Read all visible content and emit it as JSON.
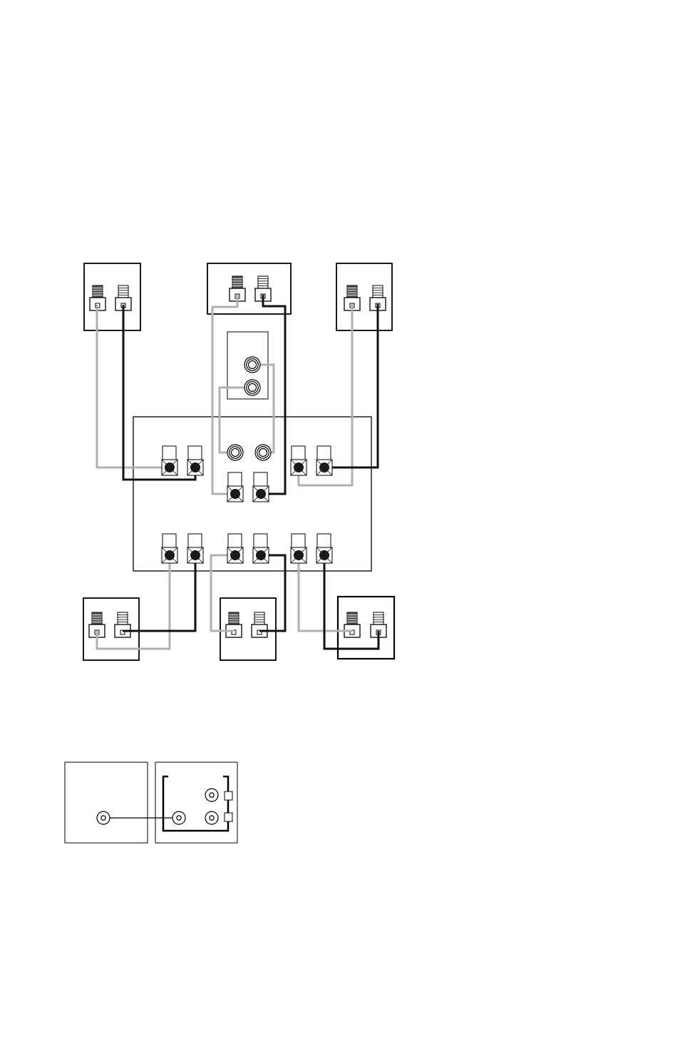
{
  "colors": {
    "background": "#ffffff",
    "line": "#000000",
    "wire_positive": "#111111",
    "wire_negative": "#b0b0b0",
    "terminal_fill": "#1a1a1a",
    "terminal_red_fill": "#555555"
  },
  "speakers": [
    {
      "name": "front-left-speaker",
      "terminals": [
        "negative",
        "positive"
      ]
    },
    {
      "name": "center-speaker",
      "terminals": [
        "negative",
        "positive"
      ]
    },
    {
      "name": "front-right-speaker",
      "terminals": [
        "negative",
        "positive"
      ]
    },
    {
      "name": "surround-left-speaker",
      "terminals": [
        "negative",
        "positive"
      ]
    },
    {
      "name": "surround-back-speaker",
      "terminals": [
        "negative",
        "positive"
      ]
    },
    {
      "name": "surround-right-speaker",
      "terminals": [
        "negative",
        "positive"
      ]
    }
  ],
  "receiver": {
    "name": "receiver-rear-panel",
    "speaker_terminal_pairs": 6,
    "rca_jacks": 2
  },
  "subwoofer": {
    "name": "subwoofer-input-panel",
    "rca_jacks": 2
  },
  "inset": {
    "name": "subwoofer-connection-inset",
    "left_jacks": 1,
    "right_jacks": 3
  }
}
